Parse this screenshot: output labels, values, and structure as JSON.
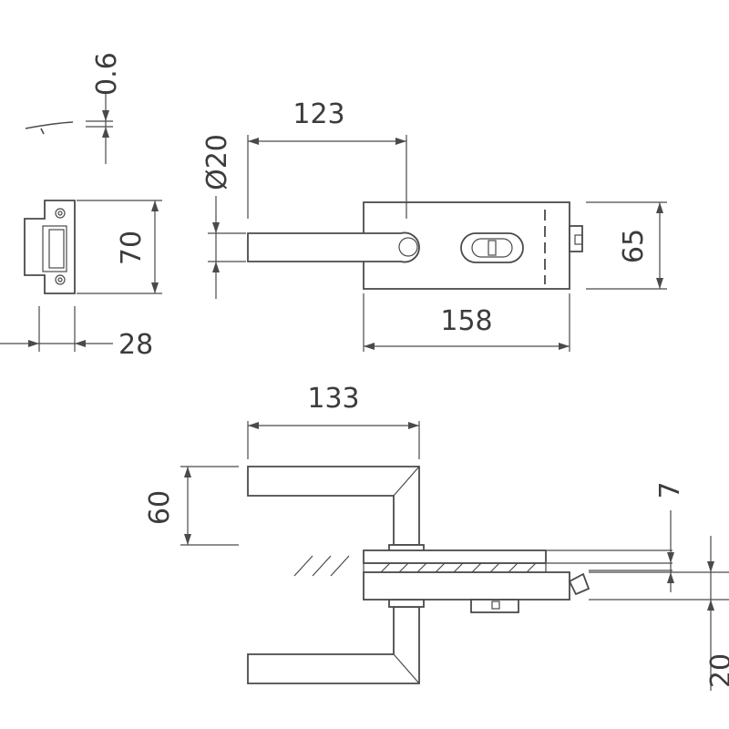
{
  "dimensions": {
    "thickness_0_6": "0.6",
    "handle_length_123": "123",
    "handle_diameter_20": "Ø20",
    "strike_height_70": "70",
    "strike_width_28": "28",
    "lock_width_158": "158",
    "lock_height_65": "65",
    "lever_length_133": "133",
    "lever_offset_60": "60",
    "glass_gap_7": "7",
    "body_depth_20": "20"
  }
}
